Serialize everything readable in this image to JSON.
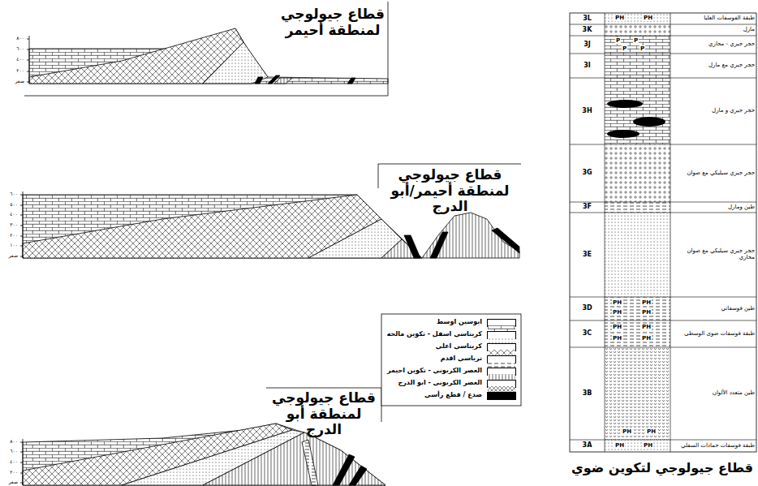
{
  "diagram": {
    "nodes": [
      {
        "text": [
          "3L",
          "طبقة الفوسفات العليا"
        ]
      },
      {
        "text": [
          "3K",
          "مارل"
        ]
      },
      {
        "text": [
          "3J",
          "حجر جيري - محاري"
        ]
      },
      {
        "text": [
          "3I",
          "حجر جيري مع مارل"
        ]
      },
      {
        "text": [
          "3H",
          "حجر جيري و مارل"
        ]
      },
      {
        "text": [
          "3G",
          "حجر جيري سيليكي مع صوان"
        ]
      },
      {
        "text": [
          "3F",
          "طين ومارل"
        ]
      },
      {
        "text": [
          "3E",
          "حجر جيري سيليكي مع صوان محاري"
        ]
      },
      {
        "text": [
          "3D",
          "طين فوسفاتي"
        ]
      },
      {
        "text": [
          "3C",
          "طبقة فوسفات ضوى الوسطى"
        ]
      },
      {
        "text": [
          "3B",
          "طين متعدد الألوان"
        ]
      },
      {
        "text": [
          "3A",
          "طبقة فوسفات حمادات السفلي"
        ]
      }
    ],
    "labels": [
      "قطاع جيولوجي لمنطقة أحيمر",
      "قطاع جيولوجي لمنطقة أحيمر/أبو الدرج",
      "قطاع جيولوجي لمنطقة أبو الدرج",
      "قطاع جيولوجي لتكوين ضوي",
      "٨٠٠",
      "٦٠٠",
      "٤٠٠",
      "٢٠٠",
      "صفر",
      "٦٠٠",
      "٥٠٠",
      "٤٠٠",
      "٣٠٠",
      "٢٠٠",
      "١٠٠",
      "صفر",
      "٨٠٠",
      "٦٠٠",
      "٤٠٠",
      "٢٠٠",
      "صفر",
      "PH",
      "PH",
      "P",
      "P",
      "P",
      "P",
      "PH",
      "PH",
      "PH",
      "PH",
      "PH",
      "PH",
      "PH",
      "PH",
      "PH",
      "PH",
      "PH",
      "PH"
    ],
    "legend": [
      {
        "text": "ايوسين اوسط"
      },
      {
        "text": "كريتاسي اسفل - تكوين مالحه"
      },
      {
        "text": "كريتاسي اعلي"
      },
      {
        "text": "ترياسي اقدم"
      },
      {
        "text": "العصر الكربوني - تكوين احيمر"
      },
      {
        "text": "العصر الكربوني - ابو الدرج"
      },
      {
        "text": "صدع / قطع رأسي",
        "color": "#000000"
      }
    ]
  }
}
